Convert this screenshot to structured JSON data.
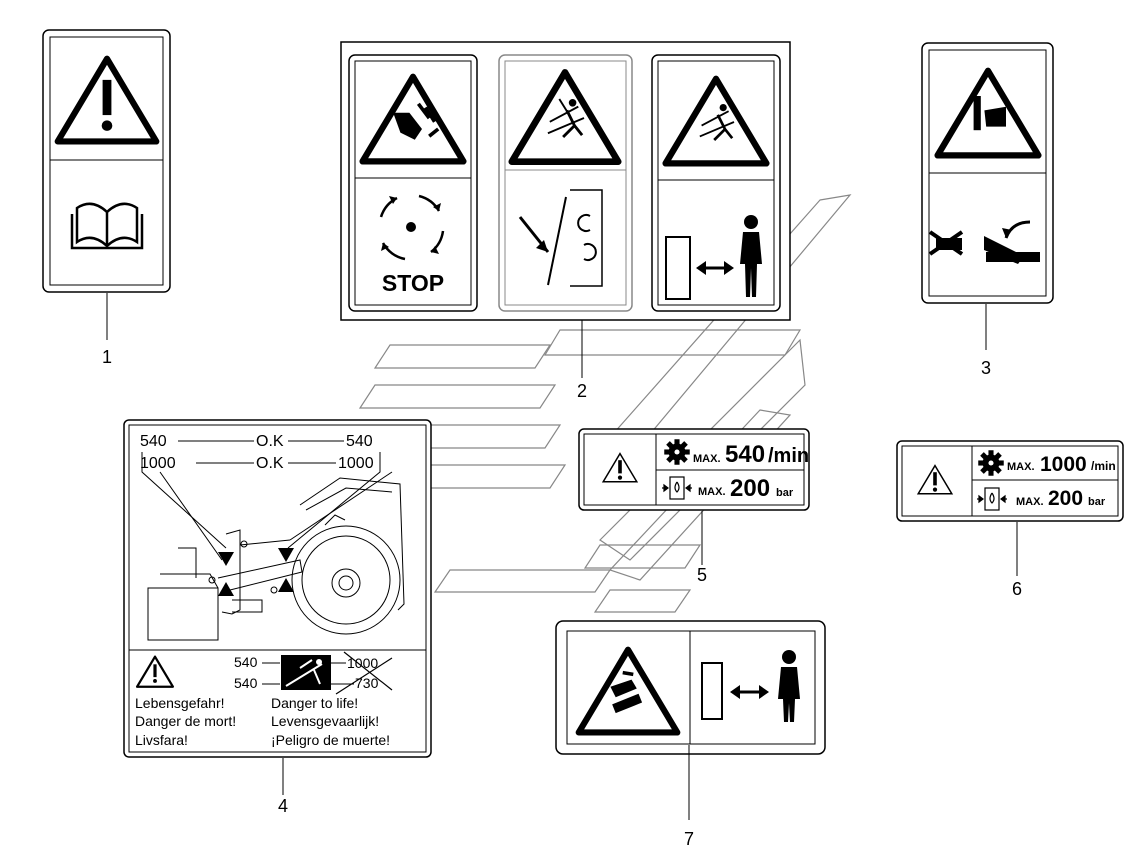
{
  "callouts": {
    "c1": "1",
    "c2": "2",
    "c3": "3",
    "c4": "4",
    "c5": "5",
    "c6": "6",
    "c7": "7"
  },
  "label2": {
    "stop": "STOP"
  },
  "label4": {
    "row1_left": "540",
    "row1_mid": "O.K",
    "row1_right": "540",
    "row2_left": "1000",
    "row2_mid": "O.K",
    "row2_right": "1000",
    "b1": "540",
    "b2": "540",
    "b3": "1000",
    "b4": "730",
    "t1": "Lebensgefahr!",
    "t2": "Danger de mort!",
    "t3": "Livsfara!",
    "t4": "Danger to life!",
    "t5": "Levensgevaarlijk!",
    "t6": "¡Peligro de muerte!"
  },
  "label5": {
    "max1": "MAX.",
    "val1": "540",
    "unit1": "/min",
    "max2": "MAX.",
    "val2": "200",
    "unit2": "bar"
  },
  "label6": {
    "max1": "MAX.",
    "val1": "1000",
    "unit1": "/min",
    "max2": "MAX.",
    "val2": "200",
    "unit2": "bar"
  },
  "icons": [
    "warning-icon",
    "manual-book-icon",
    "hand-cut-icon",
    "thrown-object-icon",
    "rotation-stop-icon",
    "keep-distance-icon",
    "crush-icon",
    "gear-icon",
    "hydraulic-pressure-icon"
  ]
}
